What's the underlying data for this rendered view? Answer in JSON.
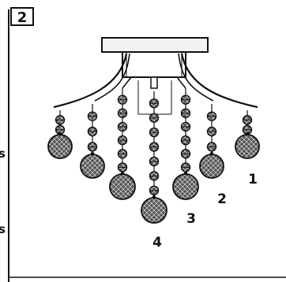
{
  "step_number": "2",
  "edge_letters": [
    "s",
    "s"
  ],
  "strand_labels": [
    "1",
    "2",
    "3",
    "4"
  ],
  "colors": {
    "ink": "#111111",
    "ball_fill": "#4a4a4a",
    "bead_fill": "#6a6a6a"
  }
}
